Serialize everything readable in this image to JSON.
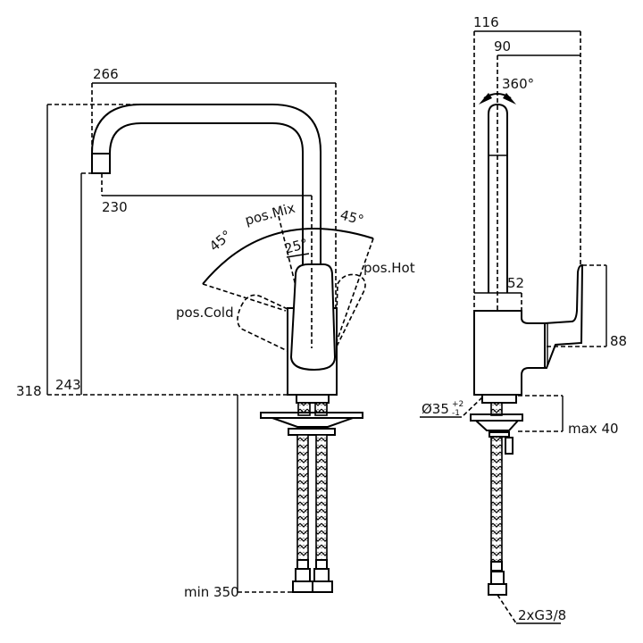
{
  "drawing": {
    "title": "Single-lever kitchen mixer – technical dimension drawing",
    "line_color": "#000000",
    "background": "#ffffff",
    "front_view": {
      "dimensions": {
        "spout_reach_total": "266",
        "spout_reach_outlet": "230",
        "height_total": "318",
        "height_outlet": "243",
        "hose_length": "min 350"
      },
      "lever": {
        "angle_cold": "45°",
        "angle_hot": "45°",
        "angle_mix": "25°",
        "pos_cold": "pos.Cold",
        "pos_mix": "pos.Mix",
        "pos_hot": "pos.Hot"
      }
    },
    "side_view": {
      "dimensions": {
        "depth_total": "116",
        "spout_axis": "90",
        "rotation": "360°",
        "body_width": "52",
        "handle_height": "88",
        "hole_diameter": "Ø35",
        "hole_tolerance_plus": "+2",
        "hole_tolerance_minus": "-1",
        "max_deck_thickness": "max 40",
        "connection": "2xG3/8"
      }
    }
  }
}
